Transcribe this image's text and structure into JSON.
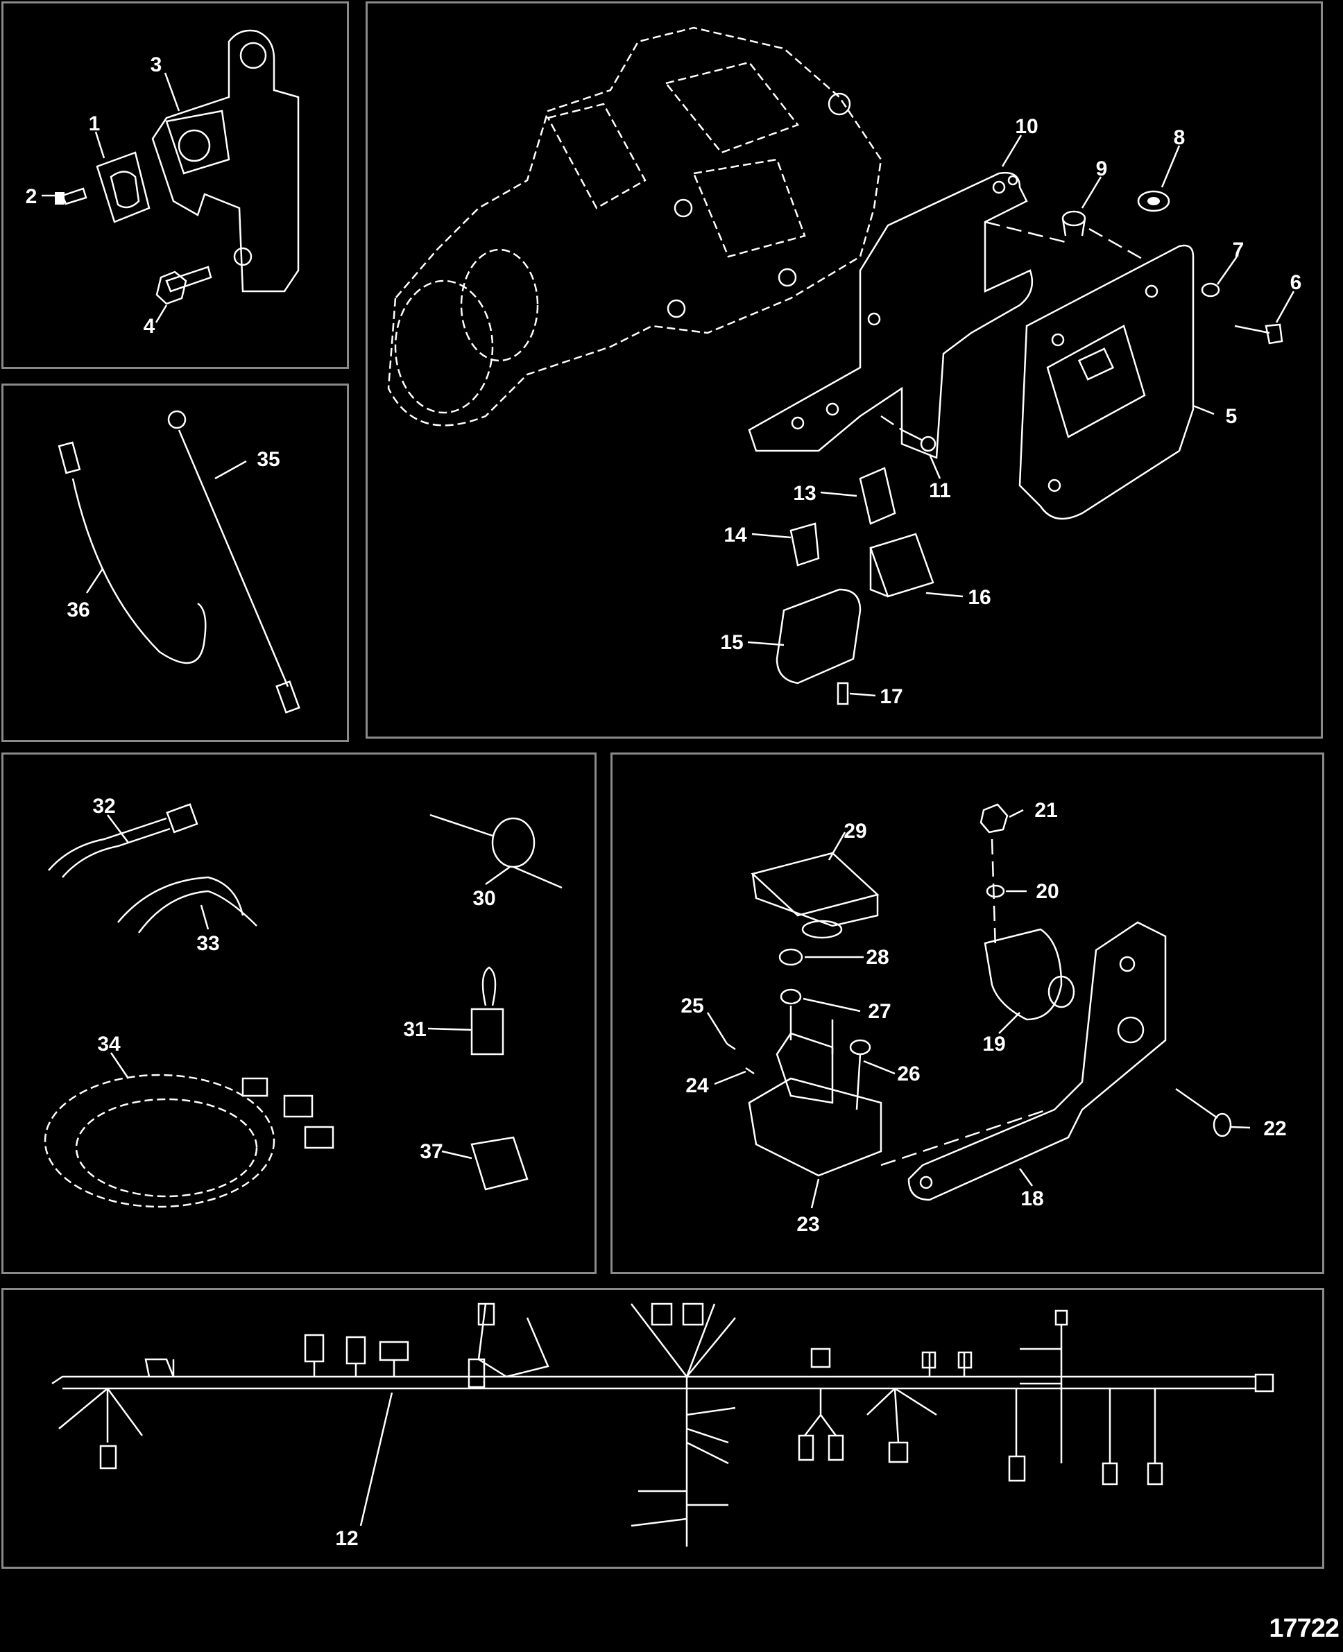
{
  "figure_id": "17722",
  "part_labels": {
    "p1": "1",
    "p2": "2",
    "p3": "3",
    "p4": "4",
    "p5": "5",
    "p6": "6",
    "p7": "7",
    "p8": "8",
    "p9": "9",
    "p10": "10",
    "p11": "11",
    "p12": "12",
    "p13": "13",
    "p14": "14",
    "p15": "15",
    "p16": "16",
    "p17": "17",
    "p18": "18",
    "p19": "19",
    "p20": "20",
    "p21": "21",
    "p22": "22",
    "p23": "23",
    "p24": "24",
    "p25": "25",
    "p26": "26",
    "p27": "27",
    "p28": "28",
    "p29": "29",
    "p30": "30",
    "p31": "31",
    "p32": "32",
    "p33": "33",
    "p34": "34",
    "p35": "35",
    "p36": "36",
    "p37": "37"
  }
}
